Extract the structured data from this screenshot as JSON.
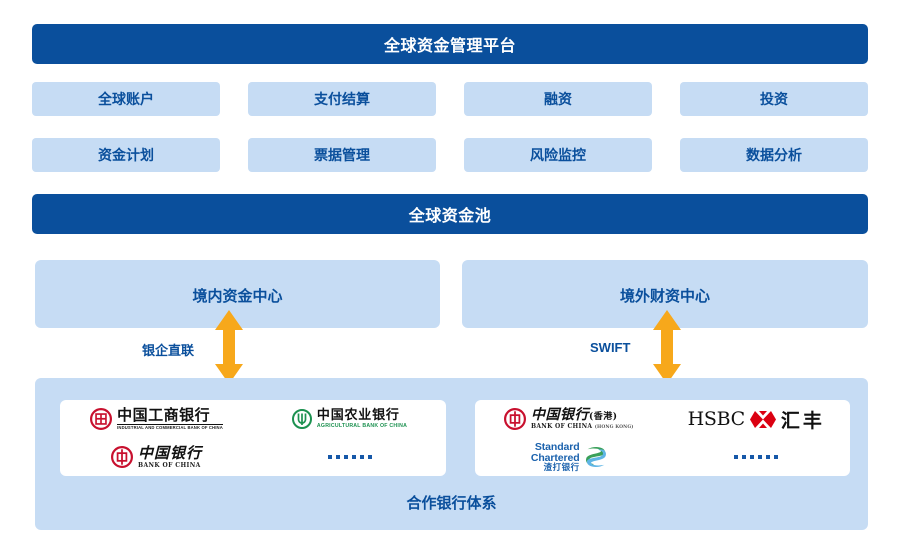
{
  "platform": {
    "banner_title": "全球资金管理平台",
    "modules": [
      {
        "label": "全球账户"
      },
      {
        "label": "支付结算"
      },
      {
        "label": "融资"
      },
      {
        "label": "投资"
      },
      {
        "label": "资金计划"
      },
      {
        "label": "票据管理"
      },
      {
        "label": "风险监控"
      },
      {
        "label": "数据分析"
      }
    ]
  },
  "pool": {
    "banner_title": "全球资金池",
    "hubs": [
      {
        "label": "境内资金中心"
      },
      {
        "label": "境外财资中心"
      }
    ],
    "connectors": [
      {
        "label": "银企直联"
      },
      {
        "label": "SWIFT"
      }
    ]
  },
  "partners": {
    "title": "合作银行体系",
    "domestic": [
      {
        "name_zh": "中国工商银行",
        "name_en": "INDUSTRIAL AND COMMERCIAL BANK OF CHINA",
        "icon": "icbc-logo-icon",
        "color": "#c8102e"
      },
      {
        "name_zh": "中国农业银行",
        "name_en": "AGRICULTURAL BANK OF CHINA",
        "icon": "abc-logo-icon",
        "color": "#1c9150"
      },
      {
        "name_zh": "中国银行",
        "name_en": "BANK OF CHINA",
        "icon": "boc-logo-icon",
        "color": "#c8102e"
      },
      {
        "name_zh": "",
        "name_en": "",
        "icon": "ellipsis-dots-icon",
        "color": "#1658a8"
      }
    ],
    "offshore": [
      {
        "name_zh": "中国银行",
        "name_suffix": "(香港)",
        "name_en": "BANK OF CHINA",
        "name_en_sub": "(HONG KONG)",
        "icon": "boc-hk-logo-icon",
        "color": "#c8102e"
      },
      {
        "name_zh": "汇丰",
        "name_en": "HSBC",
        "icon": "hsbc-logo-icon",
        "color": "#db0011"
      },
      {
        "name_en_line1": "Standard",
        "name_en_line2": "Chartered",
        "name_zh": "渣打银行",
        "icon": "standard-chartered-logo-icon",
        "color": "#1b62ad"
      },
      {
        "name_zh": "",
        "name_en": "",
        "icon": "ellipsis-dots-icon",
        "color": "#1658a8"
      }
    ]
  },
  "theme": {
    "banner_blue": "#0a4f9c",
    "card_blue": "#c6dcf4",
    "arrow_orange": "#f7a81b",
    "white": "#ffffff"
  }
}
